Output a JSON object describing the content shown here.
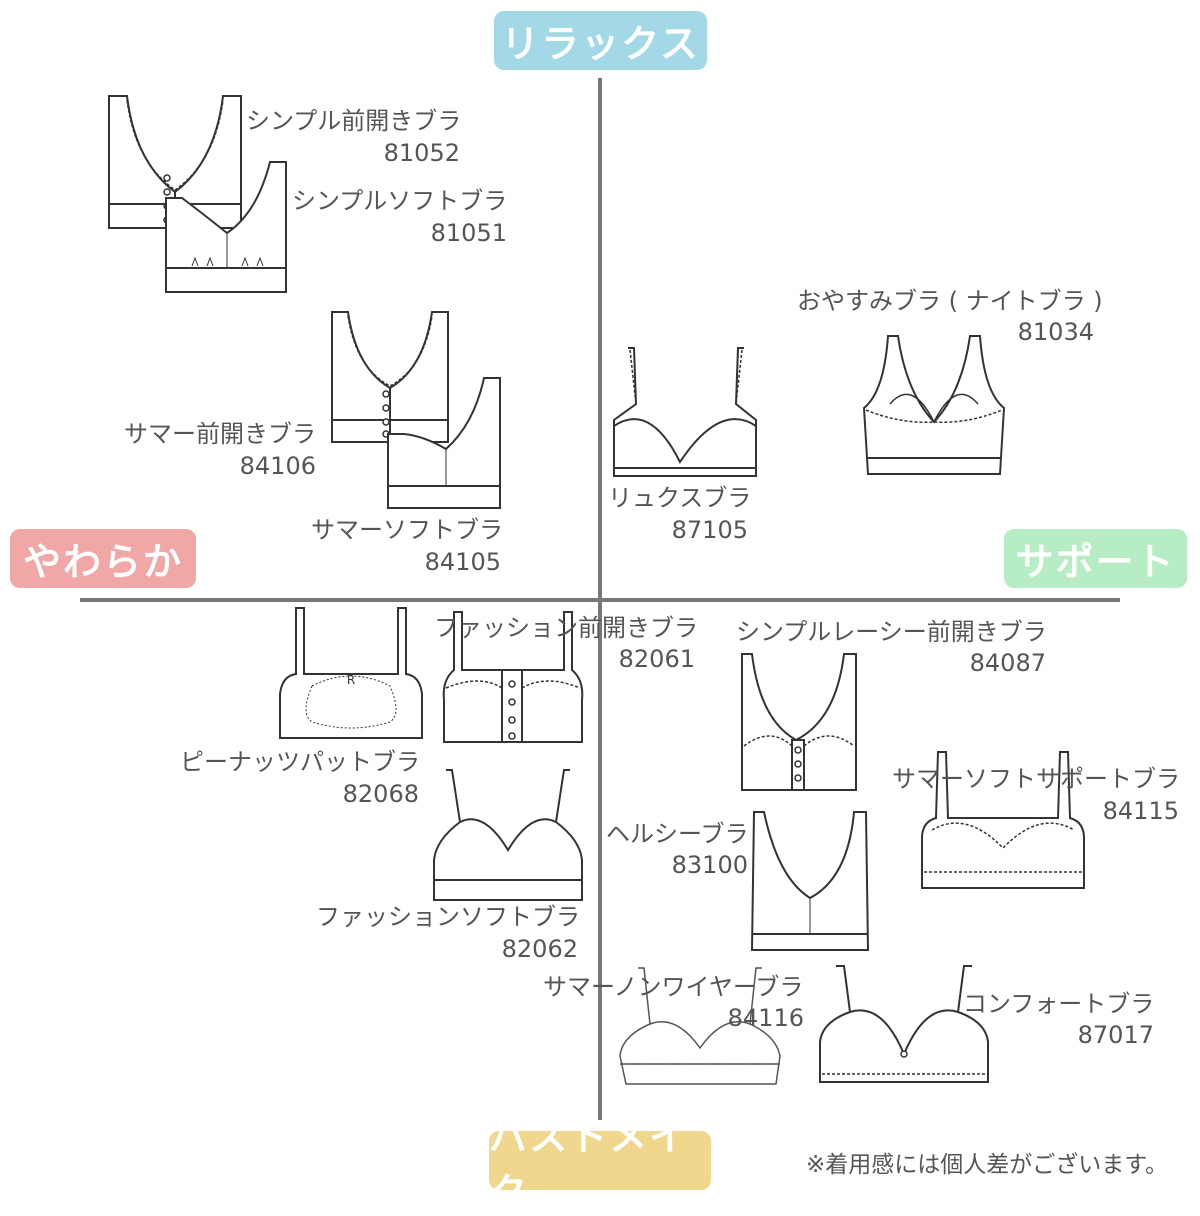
{
  "axes": {
    "top": "リラックス",
    "left": "やわらか",
    "right": "サポート",
    "bottom": "バストメイク"
  },
  "colors": {
    "top": "#a3d9e6",
    "left": "#f0a7a6",
    "right": "#b7edc4",
    "bottom": "#f1d68d"
  },
  "products": [
    {
      "name": "シンプル前開きブラ",
      "code": "81052"
    },
    {
      "name": "シンプルソフトブラ",
      "code": "81051"
    },
    {
      "name": "サマー前開きブラ",
      "code": "84106"
    },
    {
      "name": "サマーソフトブラ",
      "code": "84105"
    },
    {
      "name": "おやすみブラ ( ナイトブラ )",
      "code": "81034"
    },
    {
      "name": "リュクスブラ",
      "code": "87105"
    },
    {
      "name": "ファッション前開きブラ",
      "code": "82061"
    },
    {
      "name": "ピーナッツパットブラ",
      "code": "82068"
    },
    {
      "name": "ファッションソフトブラ",
      "code": "82062"
    },
    {
      "name": "シンプルレーシー前開きブラ",
      "code": "84087"
    },
    {
      "name": "サマーソフトサポートブラ",
      "code": "84115"
    },
    {
      "name": "ヘルシーブラ",
      "code": "83100"
    },
    {
      "name": "サマーノンワイヤーブラ",
      "code": "84116"
    },
    {
      "name": "コンフォートブラ",
      "code": "87017"
    }
  ],
  "disclaimer": "※着用感には個人差がございます。"
}
